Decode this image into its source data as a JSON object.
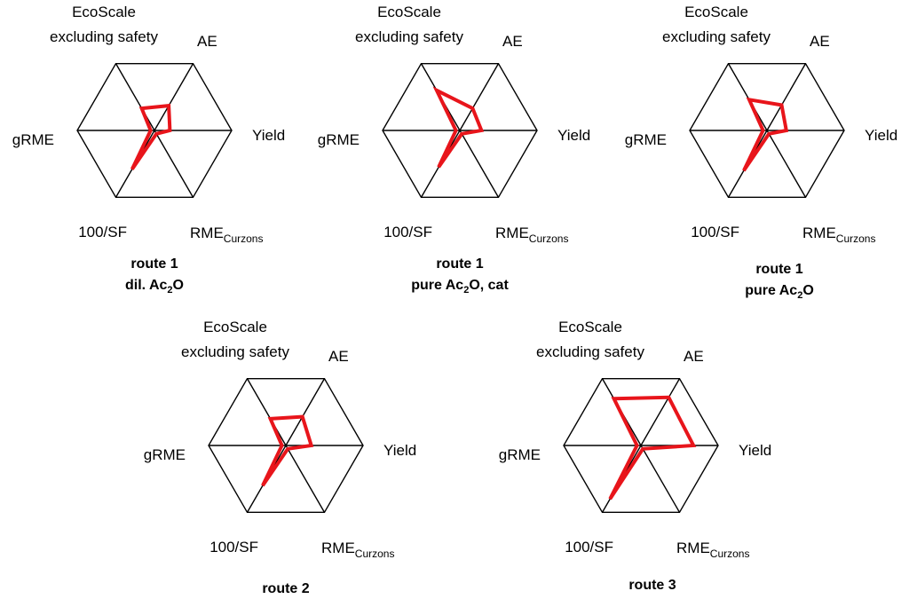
{
  "chart_data": [
    {
      "type": "radar",
      "axes": [
        "EcoScale excluding safety",
        "AE",
        "Yield",
        "RME Curzons",
        "100/SF",
        "gRME"
      ],
      "axis_labels": [
        {
          "lines": [
            "EcoScale",
            "excluding safety"
          ]
        },
        {
          "lines": [
            "AE"
          ]
        },
        {
          "lines": [
            "Yield"
          ]
        },
        {
          "main": "RME",
          "sub": "Curzons"
        },
        {
          "lines": [
            "100/SF"
          ]
        },
        {
          "lines": [
            "gRME"
          ]
        }
      ],
      "range": [
        0,
        1
      ],
      "values": [
        0.33,
        0.37,
        0.2,
        0.05,
        0.58,
        0.05
      ],
      "caption": [
        {
          "text": "route 1"
        },
        {
          "text": "dil. Ac",
          "sub": "2",
          "after": "O"
        }
      ],
      "line_color": "#e8151b"
    },
    {
      "type": "radar",
      "axes": [
        "EcoScale excluding safety",
        "AE",
        "Yield",
        "RME Curzons",
        "100/SF",
        "gRME"
      ],
      "axis_labels": [
        {
          "lines": [
            "EcoScale",
            "excluding safety"
          ]
        },
        {
          "lines": [
            "AE"
          ]
        },
        {
          "lines": [
            "Yield"
          ]
        },
        {
          "main": "RME",
          "sub": "Curzons"
        },
        {
          "lines": [
            "100/SF"
          ]
        },
        {
          "lines": [
            "gRME"
          ]
        }
      ],
      "range": [
        0,
        1
      ],
      "values": [
        0.6,
        0.33,
        0.28,
        0.05,
        0.55,
        0.05
      ],
      "caption": [
        {
          "text": "route 1"
        },
        {
          "text": "pure Ac",
          "sub": "2",
          "after": "O, cat"
        }
      ],
      "line_color": "#e8151b"
    },
    {
      "type": "radar",
      "axes": [
        "EcoScale excluding safety",
        "AE",
        "Yield",
        "RME Curzons",
        "100/SF",
        "gRME"
      ],
      "axis_labels": [
        {
          "lines": [
            "EcoScale",
            "excluding safety"
          ]
        },
        {
          "lines": [
            "AE"
          ]
        },
        {
          "lines": [
            "Yield"
          ]
        },
        {
          "main": "RME",
          "sub": "Curzons"
        },
        {
          "lines": [
            "100/SF"
          ]
        },
        {
          "lines": [
            "gRME"
          ]
        }
      ],
      "range": [
        0,
        1
      ],
      "values": [
        0.46,
        0.38,
        0.25,
        0.05,
        0.6,
        0.05
      ],
      "caption": [
        {
          "text": "route 1"
        },
        {
          "text": "pure Ac",
          "sub": "2",
          "after": "O"
        }
      ],
      "line_color": "#e8151b"
    },
    {
      "type": "radar",
      "axes": [
        "EcoScale excluding safety",
        "AE",
        "Yield",
        "RME Curzons",
        "100/SF",
        "gRME"
      ],
      "axis_labels": [
        {
          "lines": [
            "EcoScale",
            "excluding safety"
          ]
        },
        {
          "lines": [
            "AE"
          ]
        },
        {
          "lines": [
            "Yield"
          ]
        },
        {
          "main": "RME",
          "sub": "Curzons"
        },
        {
          "lines": [
            "100/SF"
          ]
        },
        {
          "lines": [
            "gRME"
          ]
        }
      ],
      "range": [
        0,
        1
      ],
      "values": [
        0.4,
        0.43,
        0.33,
        0.05,
        0.6,
        0.05
      ],
      "caption": [
        {
          "text": "route 2"
        }
      ],
      "line_color": "#e8151b"
    },
    {
      "type": "radar",
      "axes": [
        "EcoScale excluding safety",
        "AE",
        "Yield",
        "RME Curzons",
        "100/SF",
        "gRME"
      ],
      "axis_labels": [
        {
          "lines": [
            "EcoScale",
            "excluding safety"
          ]
        },
        {
          "lines": [
            "AE"
          ]
        },
        {
          "lines": [
            "Yield"
          ]
        },
        {
          "main": "RME",
          "sub": "Curzons"
        },
        {
          "lines": [
            "100/SF"
          ]
        },
        {
          "lines": [
            "gRME"
          ]
        }
      ],
      "range": [
        0,
        1
      ],
      "values": [
        0.7,
        0.72,
        0.68,
        0.05,
        0.8,
        0.05
      ],
      "caption": [
        {
          "text": "route 3"
        }
      ],
      "line_color": "#e8151b"
    }
  ]
}
